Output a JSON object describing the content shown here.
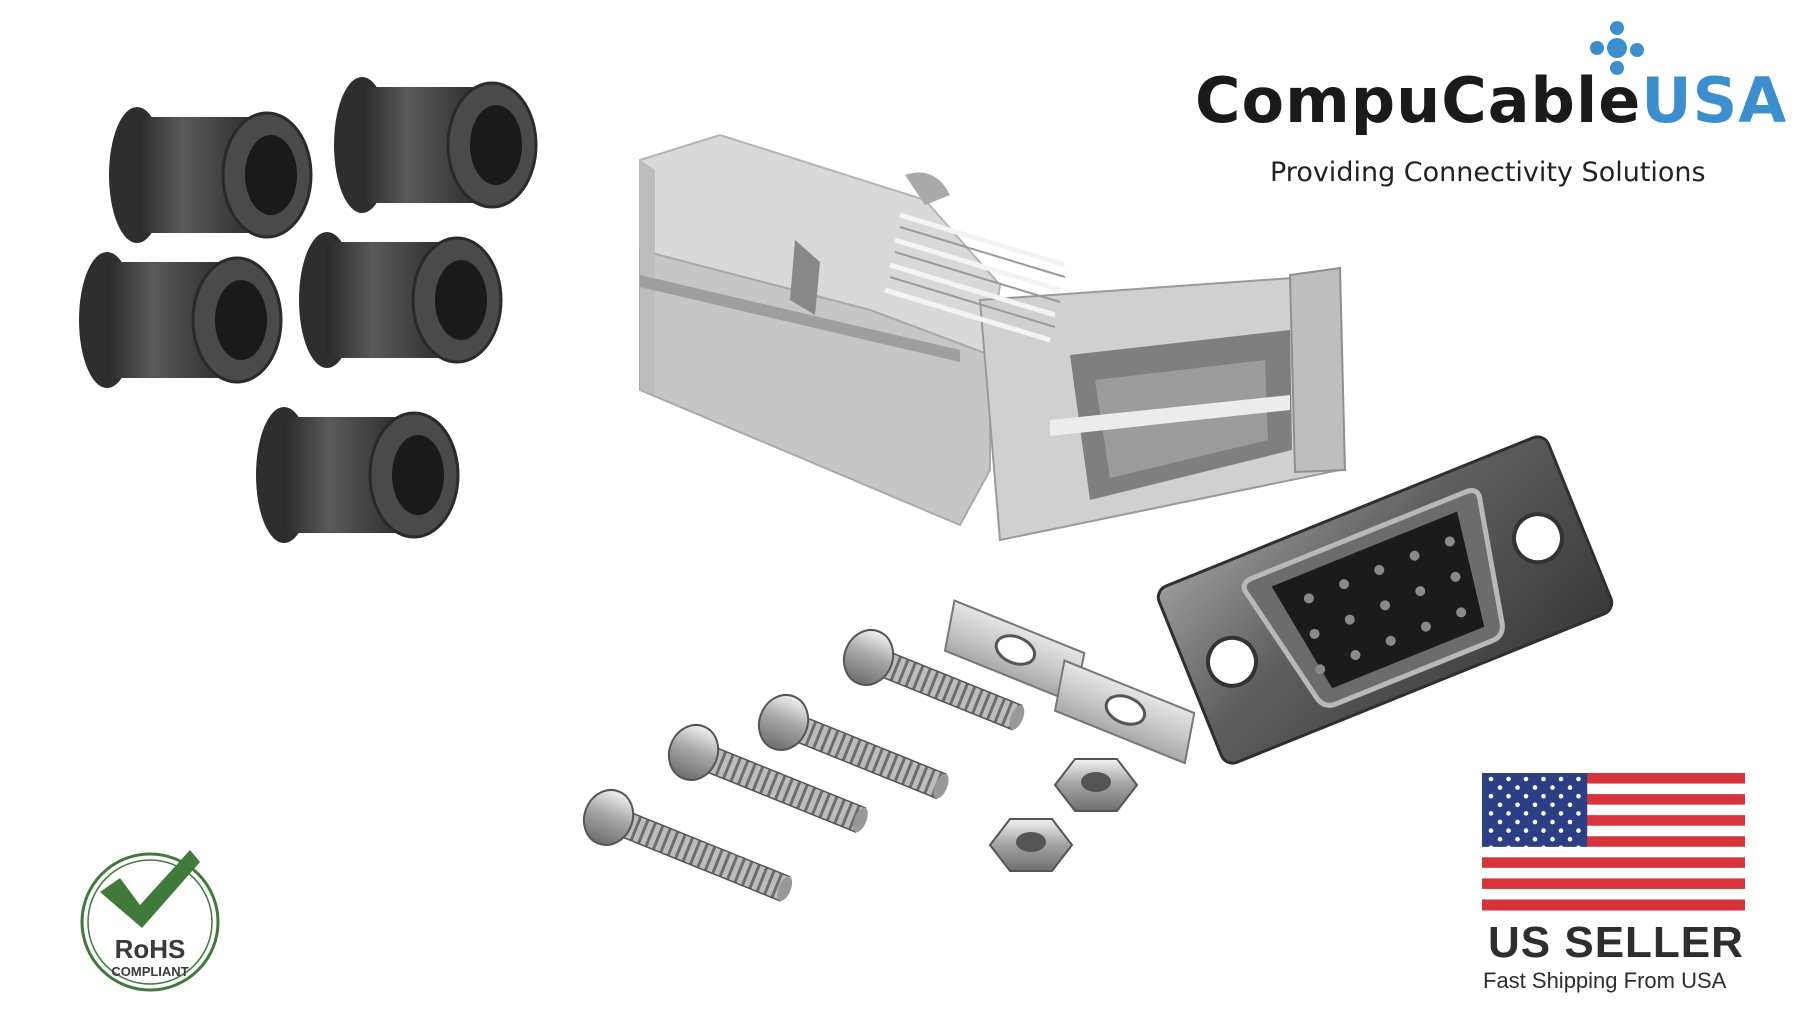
{
  "brand": {
    "name_part1": "CompuCable",
    "name_part2": "USA",
    "tagline": "Providing Connectivity Solutions",
    "accent_color": "#3c8fcf"
  },
  "badges": {
    "rohs_title": "RoHS",
    "rohs_sub": "COMPLIANT",
    "rohs_color": "#3f7a3a",
    "us_seller": "US SELLER",
    "shipping": "Fast Shipping From USA"
  },
  "product": {
    "components": [
      "grommet-set",
      "connector-hood",
      "hd15-male-connector",
      "jack-screws",
      "screws",
      "nuts",
      "locking-plates"
    ],
    "grommet_count": 5,
    "screw_count": 4,
    "nut_count": 2,
    "plate_count": 2,
    "connector_pin_count": 15
  },
  "icons": [
    "logo-dots-icon",
    "rohs-check-icon",
    "us-flag-icon"
  ]
}
